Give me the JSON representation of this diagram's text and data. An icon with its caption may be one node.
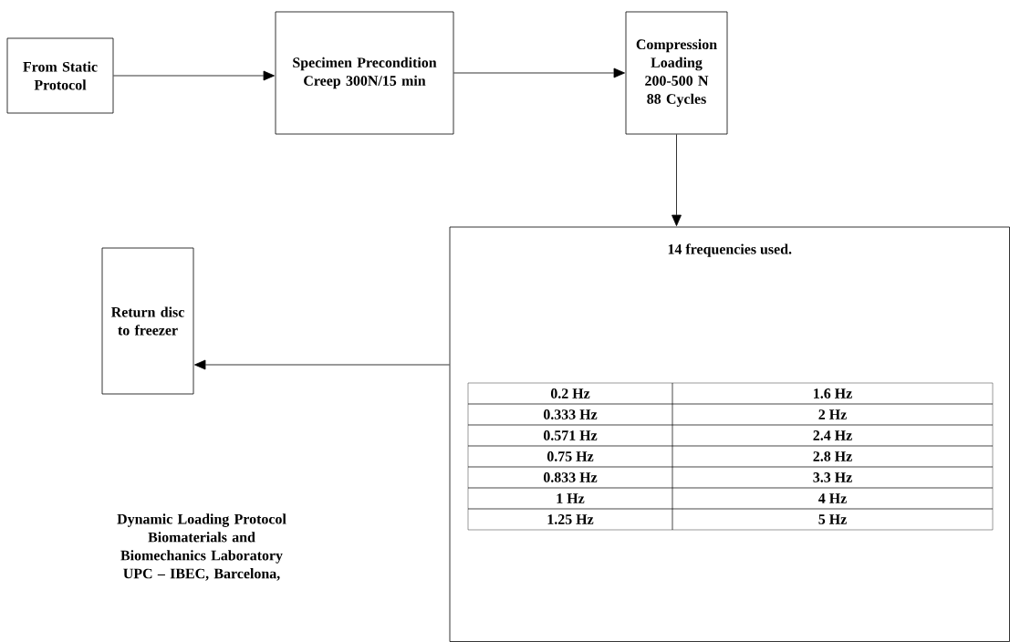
{
  "diagram": {
    "nodes": [
      {
        "text": [
          "From Static Protocol"
        ]
      },
      {
        "text": [
          "Specimen Precondition",
          "Creep 300N/15 min"
        ]
      },
      {
        "text": [
          "Compression Loading",
          "200-500 N",
          "88 Cycles"
        ]
      },
      {
        "text": [
          "14 frequencies used."
        ]
      },
      {
        "text": [
          "Return disc to freezer"
        ]
      }
    ],
    "edges": [
      {
        "from": 0,
        "to": 1,
        "arrow": "to"
      },
      {
        "from": 1,
        "to": 2,
        "arrow": "to"
      },
      {
        "from": 2,
        "to": 3,
        "arrow": "to"
      },
      {
        "from": 3,
        "to": 4,
        "arrow": "to"
      }
    ],
    "labels": [
      "Dynamic Loading Protocol",
      "Biomaterials and Biomechanics Laboratory",
      "UPC – IBEC,  Barcelona,",
      "0.2 Hz",
      "1.6 Hz",
      "0.333 Hz",
      "2 Hz",
      "0.571 Hz",
      "2.4 Hz",
      "0.75 Hz",
      "2.8 Hz",
      "0.833 Hz",
      "3.3 Hz",
      "1 Hz",
      "4 Hz",
      "1.25 Hz",
      "5 Hz"
    ]
  }
}
